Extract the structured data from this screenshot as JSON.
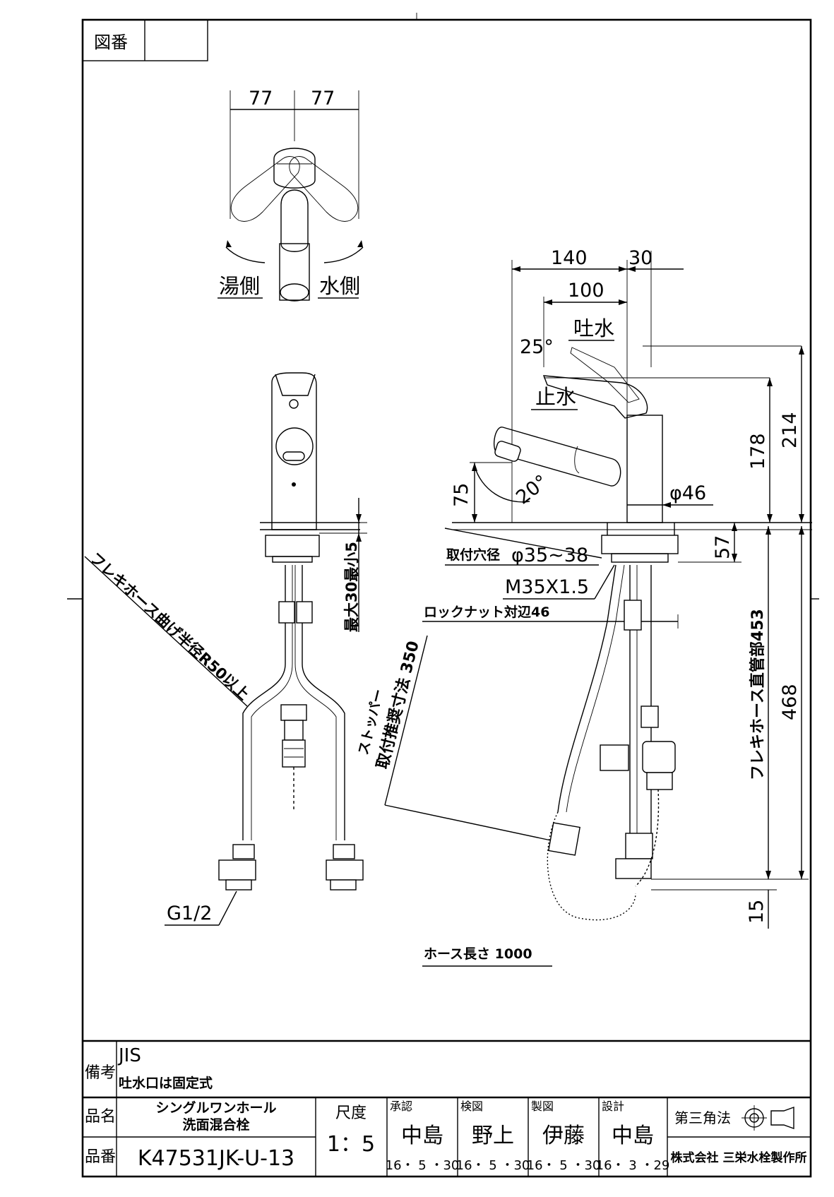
{
  "title_block": {
    "zuban_label": "図番",
    "zuban_value": "",
    "biko_label": "備考",
    "biko_line1": "JIS",
    "biko_line2": "吐水口は固定式",
    "hinmei_label": "品名",
    "hinmei_line1": "シングルワンホール",
    "hinmei_line2": "洗面混合栓",
    "hinban_label": "品番",
    "hinban_value": "K47531JK-U-13",
    "scale_label": "尺度",
    "scale_value": "1：5",
    "approval": [
      {
        "role": "承認",
        "name": "中島",
        "date": "16・ 5 ・30"
      },
      {
        "role": "検図",
        "name": "野上",
        "date": "16・ 5 ・30"
      },
      {
        "role": "製図",
        "name": "伊藤",
        "date": "16・ 5 ・30"
      },
      {
        "role": "設計",
        "name": "中島",
        "date": "16・ 3 ・29"
      }
    ],
    "projection": "第三角法",
    "company": "株式会社 三栄水栓製作所"
  },
  "top_view": {
    "dim_left": "77",
    "dim_right": "77",
    "hot_side": "湯側",
    "cold_side": "水側"
  },
  "side_view": {
    "dim_140": "140",
    "dim_30": "30",
    "dim_100": "100",
    "spout_open": "吐水",
    "spout_close": "止水",
    "angle_25": "25°",
    "angle_20": "20°",
    "dim_75": "75",
    "dim_178": "178",
    "dim_214": "214",
    "dia_46": "φ46",
    "mount_hole": "取付穴径",
    "mount_hole_dim": "φ35~38",
    "dim_57": "57",
    "thread": "M35X1.5",
    "lock_nut": "ロックナット対辺46",
    "stopper_line1": "ストッパー",
    "stopper_line2": "取付推奨寸法 350",
    "flex_straight": "フレキホース直管部453",
    "dim_468": "468",
    "dim_15": "15",
    "hose_length": "ホース長さ 1000"
  },
  "front_view": {
    "bend_radius": "フレキホース曲げ半径R50以上",
    "max_thickness": "最大30最小5",
    "thread_g": "G1/2"
  }
}
